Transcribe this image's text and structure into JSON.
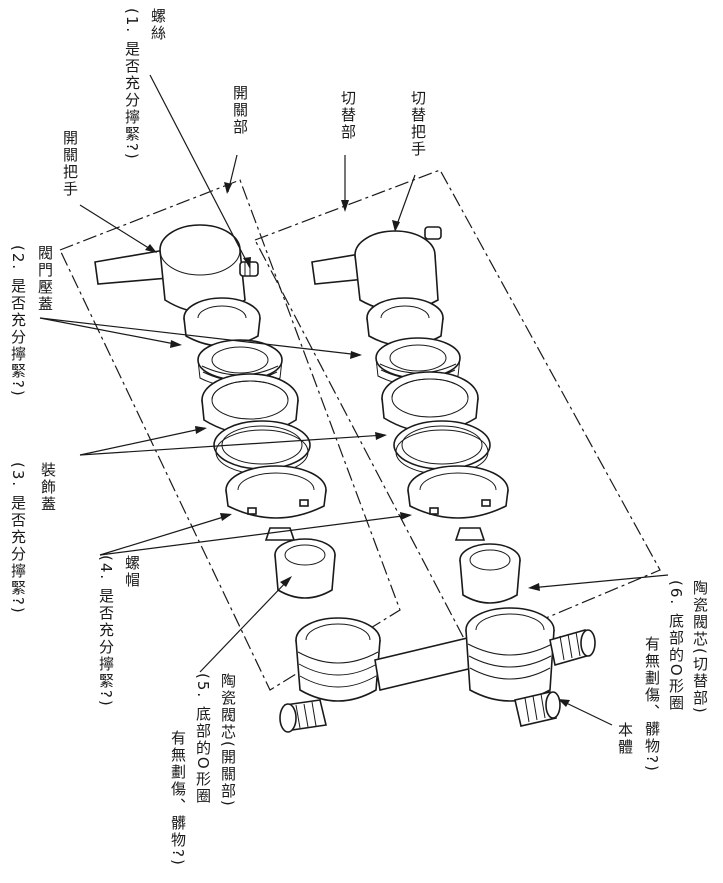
{
  "labels": {
    "screw": "螺絲",
    "screw_check": "(1. 是否充分擰緊?)",
    "switch_part": "切替部",
    "switch_handle": "切替把手",
    "open_close_part": "開關部",
    "open_close_handle": "開關把手",
    "valve_cover": "閥門壓蓋",
    "valve_cover_check": "(2. 是否充分擰緊?)",
    "decor_cover": "裝飾蓋",
    "decor_cover_check": "(3. 是否充分擰緊?)",
    "nut": "螺帽",
    "nut_check": "(4. 是否充分擰緊?)",
    "ceramic_open": "陶瓷閥芯(開關部)",
    "ceramic_open_check": "(5. 底部的O形圈",
    "ceramic_open_check2": "有無劃傷、髒物?)",
    "ceramic_switch": "陶瓷閥芯(切替部)",
    "ceramic_switch_check": "(6. 底部的O形圈",
    "ceramic_switch_check2": "有無劃傷、髒物?)",
    "body": "本體"
  }
}
